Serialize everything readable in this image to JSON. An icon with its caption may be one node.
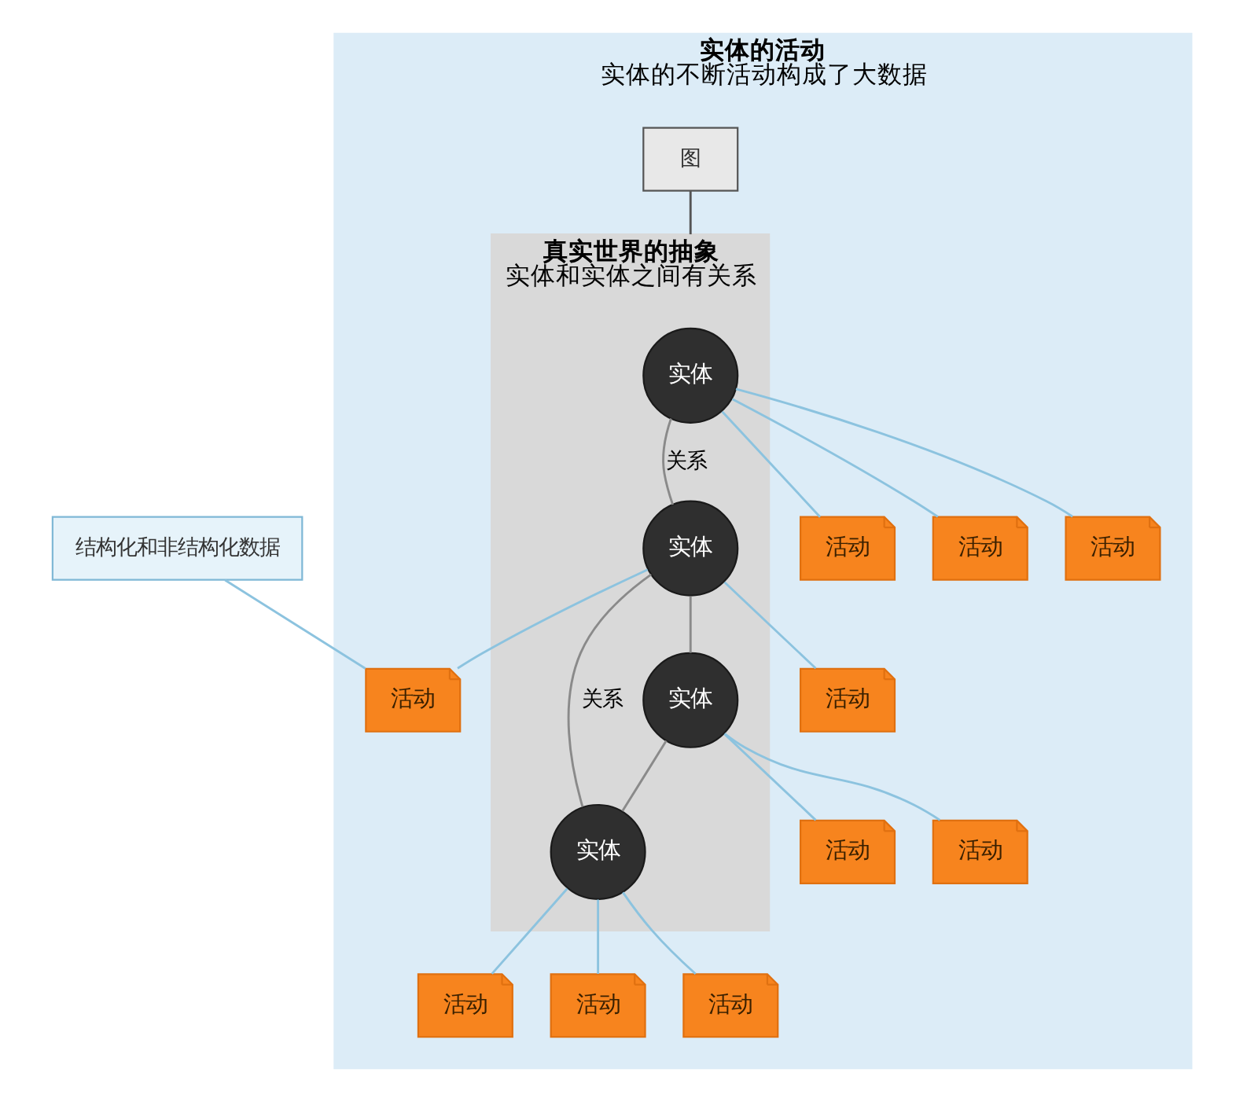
{
  "diagram": {
    "nodes": [
      {
        "text": [
          "实体的活动",
          "实体的不断活动构成了大数据"
        ]
      },
      {
        "text": [
          "真实世界的抽象",
          "实体和实体之间有关系"
        ],
        "in": 0
      },
      {
        "text": [
          "实体"
        ],
        "in": 1
      },
      {
        "text": [
          "实体"
        ],
        "in": 1
      },
      {
        "text": [
          "实体"
        ],
        "in": 1
      },
      {
        "text": [
          "实体"
        ],
        "in": 1
      },
      {
        "text": [
          "活动"
        ],
        "in": 0
      },
      {
        "text": [
          "活动"
        ],
        "in": 0
      },
      {
        "text": [
          "活动"
        ],
        "in": 0
      },
      {
        "text": [
          "活动"
        ],
        "in": 0
      },
      {
        "text": [
          "活动"
        ],
        "in": 0
      },
      {
        "text": [
          "活动"
        ],
        "in": 0
      },
      {
        "text": [
          "活动"
        ],
        "in": 0
      },
      {
        "text": [
          "活动"
        ],
        "in": 0
      },
      {
        "text": [
          "活动"
        ],
        "in": 0
      },
      {
        "text": [
          "活动"
        ],
        "in": 0
      },
      {
        "text": [
          "结构化和非结构化数据"
        ]
      },
      {
        "text": [
          "图"
        ],
        "in": 0
      }
    ],
    "edges": [
      {
        "from": 2,
        "to": 3,
        "arrow": "none",
        "label": "关系",
        "color": "#8a8a8a"
      },
      {
        "from": 3,
        "to": 5,
        "arrow": "none",
        "label": "关系",
        "color": "#8a8a8a"
      },
      {
        "from": 3,
        "to": 4,
        "arrow": "none",
        "color": "#8a8a8a"
      },
      {
        "from": 4,
        "to": 5,
        "arrow": "none",
        "color": "#8a8a8a"
      },
      {
        "from": 2,
        "to": 6,
        "arrow": "none"
      },
      {
        "from": 2,
        "to": 7,
        "arrow": "none"
      },
      {
        "from": 2,
        "to": 9,
        "arrow": "none"
      },
      {
        "from": 3,
        "to": 8,
        "arrow": "none"
      },
      {
        "from": 3,
        "to": 10,
        "arrow": "none"
      },
      {
        "from": 4,
        "to": 11,
        "arrow": "none"
      },
      {
        "from": 4,
        "to": 12,
        "arrow": "none"
      },
      {
        "from": 5,
        "to": 13,
        "arrow": "none"
      },
      {
        "from": 5,
        "to": 14,
        "arrow": "none"
      },
      {
        "from": 5,
        "to": 15,
        "arrow": "none"
      },
      {
        "from": 16,
        "to": 8,
        "arrow": "none"
      },
      {
        "from": 17,
        "to": 1,
        "arrow": "none",
        "color": "#555555"
      }
    ]
  }
}
